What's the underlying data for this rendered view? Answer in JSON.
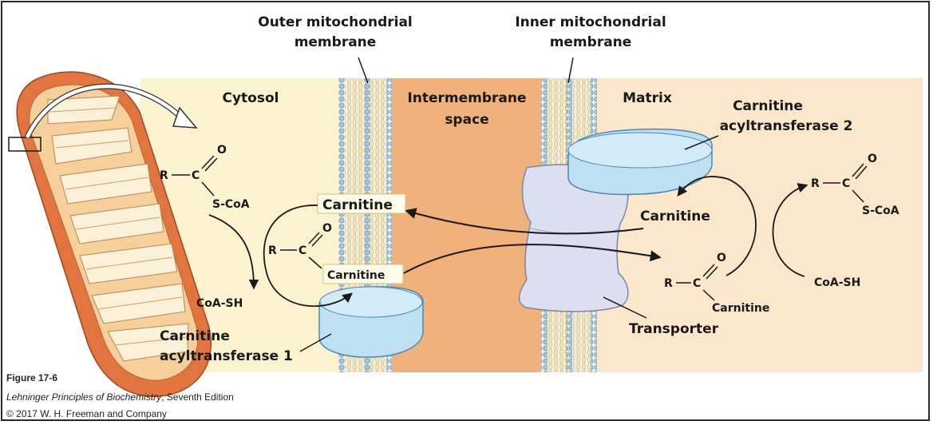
{
  "labels": {
    "outer_membrane_1": "Outer mitochondrial",
    "outer_membrane_2": "membrane",
    "inner_membrane_1": "Inner mitochondrial",
    "inner_membrane_2": "membrane",
    "cytosol": "Cytosol",
    "intermembrane_1": "Intermembrane",
    "intermembrane_2": "space",
    "matrix": "Matrix",
    "cat2_1": "Carnitine",
    "cat2_2": "acyltransferase 2",
    "cat1_1": "Carnitine",
    "cat1_2": "acyltransferase 1",
    "transporter": "Transporter"
  },
  "chem": {
    "r": "R",
    "c": "C",
    "o": "O",
    "scoa": "S-CoA",
    "coash": "CoA-SH",
    "carnitine": "Carnitine"
  },
  "caption": {
    "figure": "Figure 17-6",
    "book_title": "Lehninger Principles of Biochemistry",
    "book_edition": ", Seventh Edition",
    "copyright": "© 2017 W. H. Freeman and Company"
  },
  "colors": {
    "cytosol": "#fbf2cf",
    "intermembrane": "#f0b27a",
    "matrix": "#fbe7cc",
    "enzyme": "#bfe0f3",
    "transporter": "#dcdff0",
    "membrane_head": "#9cc5e4"
  }
}
